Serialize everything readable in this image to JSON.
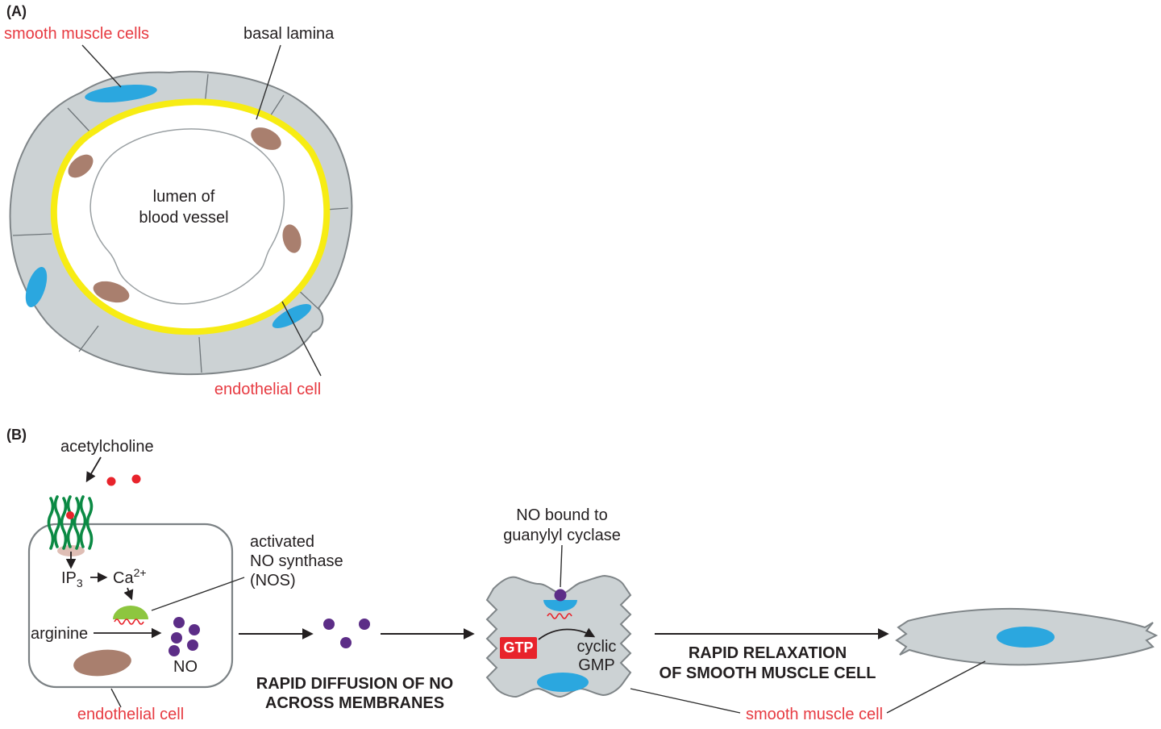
{
  "colors": {
    "label_red": "#e73b42",
    "cell_gray": "#ccd2d4",
    "cell_outline": "#7f8588",
    "basal_lamina_yellow": "#f7ec13",
    "nucleus_blue": "#2ba7df",
    "endo_nucleus_brown": "#a97f6e",
    "no_purple": "#5c2d87",
    "receptor_green": "#0b8a44",
    "nos_green": "#8dc63f",
    "gtp_red": "#e8232b",
    "ink": "#231f20"
  },
  "panelA": {
    "label": "(A)",
    "smooth_muscle_label": "smooth muscle cells",
    "basal_lamina_label": "basal lamina",
    "lumen_line1": "lumen of",
    "lumen_line2": "blood vessel",
    "endothelial_label": "endothelial cell"
  },
  "panelB": {
    "label": "(B)",
    "acetylcholine_label": "acetylcholine",
    "ip3_base": "IP",
    "ip3_sub": "3",
    "ca_base": "Ca",
    "ca_sup": "2+",
    "nos_label_line1": "activated",
    "nos_label_line2": "NO synthase",
    "nos_label_line3": "(NOS)",
    "arginine_label": "arginine",
    "no_label": "NO",
    "endothelial_label": "endothelial cell",
    "diffusion_line1": "RAPID DIFFUSION OF NO",
    "diffusion_line2": "ACROSS MEMBRANES",
    "guanylyl_line1": "NO bound to",
    "guanylyl_line2": "guanylyl cyclase",
    "gtp_label": "GTP",
    "cgmp_line1": "cyclic",
    "cgmp_line2": "GMP",
    "relaxation_line1": "RAPID RELAXATION",
    "relaxation_line2": "OF SMOOTH MUSCLE CELL",
    "smooth_muscle_label": "smooth muscle cell"
  }
}
